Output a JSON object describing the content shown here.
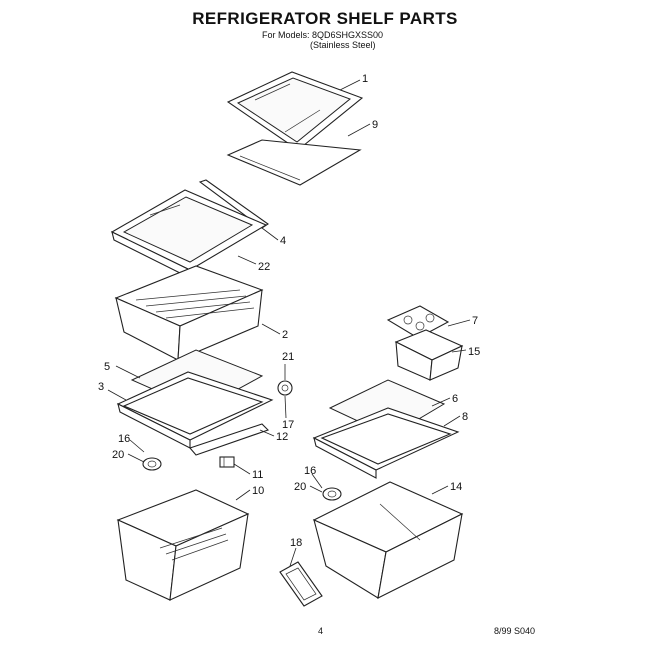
{
  "title": "REFRIGERATOR SHELF PARTS",
  "models": {
    "line1": "For Models: 8QD6SHGXSS00",
    "line2": "(Stainless Steel)"
  },
  "callouts": {
    "c1": "1",
    "c9": "9",
    "c4": "4",
    "c22": "22",
    "c2": "2",
    "c21": "21",
    "c5": "5",
    "c3": "3",
    "c17": "17",
    "c12": "12",
    "c16a": "16",
    "c20a": "20",
    "c11": "11",
    "c10": "10",
    "c7": "7",
    "c15": "15",
    "c6": "6",
    "c8": "8",
    "c16b": "16",
    "c20b": "20",
    "c14": "14",
    "c18": "18"
  },
  "footer": {
    "page": "4",
    "code": "8/99 S040"
  }
}
